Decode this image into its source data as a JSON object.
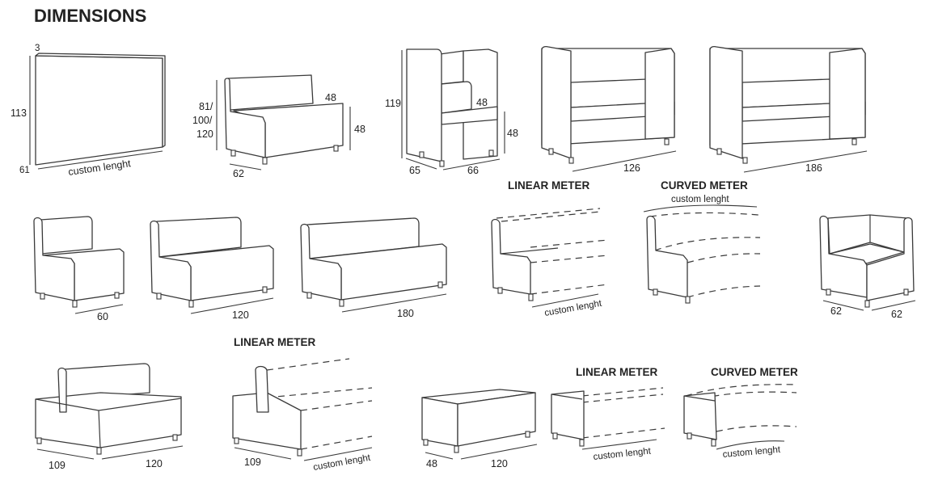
{
  "title": "DIMENSIONS",
  "panel": {
    "depth": "3",
    "height": "113",
    "base": "61",
    "length": "custom lenght"
  },
  "bench_small": {
    "heights": "81/ 100/ 120",
    "height_a": "81/",
    "height_b": "100/",
    "height_c": "120",
    "back_height": "48",
    "seat_height": "48",
    "depth": "62"
  },
  "high_chair": {
    "overall_height": "119",
    "back_height": "48",
    "seat_height": "48",
    "depth": "65",
    "width": "66"
  },
  "high_sofa_126": {
    "width": "126"
  },
  "high_sofa_186": {
    "width": "186"
  },
  "row2": {
    "chair_width": "60",
    "sofa120_width": "120",
    "sofa180_width": "180",
    "linear_heading": "LINEAR METER",
    "linear_length": "custom lenght",
    "curved_heading": "CURVED METER",
    "curved_length": "custom lenght",
    "corner_depth": "62",
    "corner_width": "62"
  },
  "row3": {
    "double_depth": "109",
    "double_width": "120",
    "linear_heading": "LINEAR METER",
    "linear_depth": "109",
    "linear_length": "custom lenght",
    "pouf_depth": "48",
    "pouf_width": "120",
    "pouf_linear_heading": "LINEAR METER",
    "pouf_linear_length": "custom lenght",
    "pouf_curved_heading": "CURVED METER",
    "pouf_curved_length": "custom lenght"
  }
}
